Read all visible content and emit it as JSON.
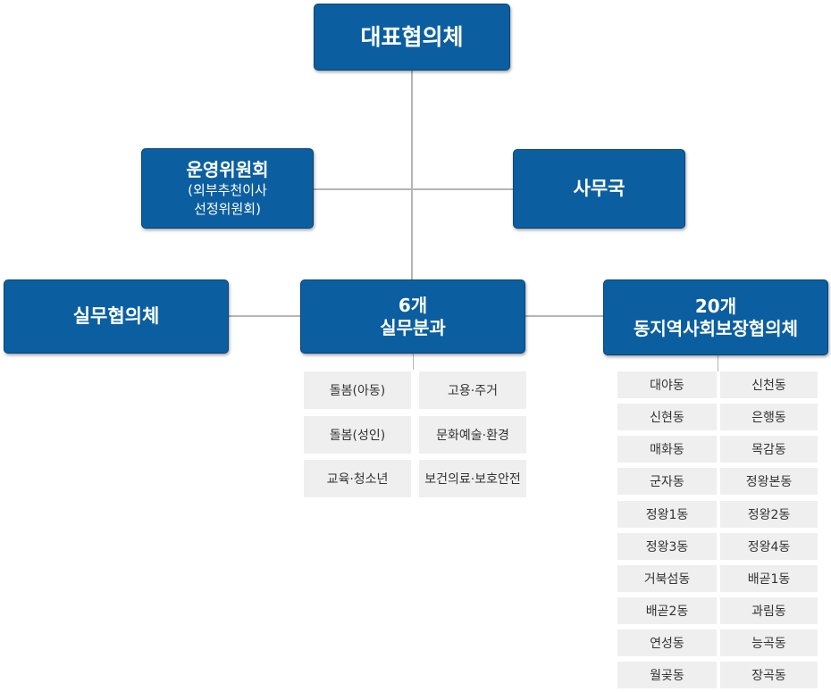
{
  "top": {
    "label": "대표협의체"
  },
  "committee": {
    "label": "운영위원회",
    "sub1": "(외부추천이사",
    "sub2": "선정위원회)"
  },
  "office": {
    "label": "사무국"
  },
  "working_council": {
    "label": "실무협의체"
  },
  "subcommittees": {
    "label1": "6개",
    "label2": "실무분과",
    "items": [
      "돌봄(아동)",
      "고용·주거",
      "돌봄(성인)",
      "문화예술·환경",
      "교육·청소년",
      "보건의료·보호안전"
    ]
  },
  "dong_councils": {
    "label1": "20개",
    "label2": "동지역사회보장협의체",
    "items": [
      "대야동",
      "신천동",
      "신현동",
      "은행동",
      "매화동",
      "목감동",
      "군자동",
      "정왕본동",
      "정왕1동",
      "정왕2동",
      "정왕3동",
      "정왕4동",
      "거북섬동",
      "배곧1동",
      "배곧2동",
      "과림동",
      "연성동",
      "능곡동",
      "월곶동",
      "장곡동"
    ]
  },
  "colors": {
    "node_fill": "#0b5fa0",
    "cell_fill": "#efefef",
    "connector": "#b5b5b5"
  }
}
